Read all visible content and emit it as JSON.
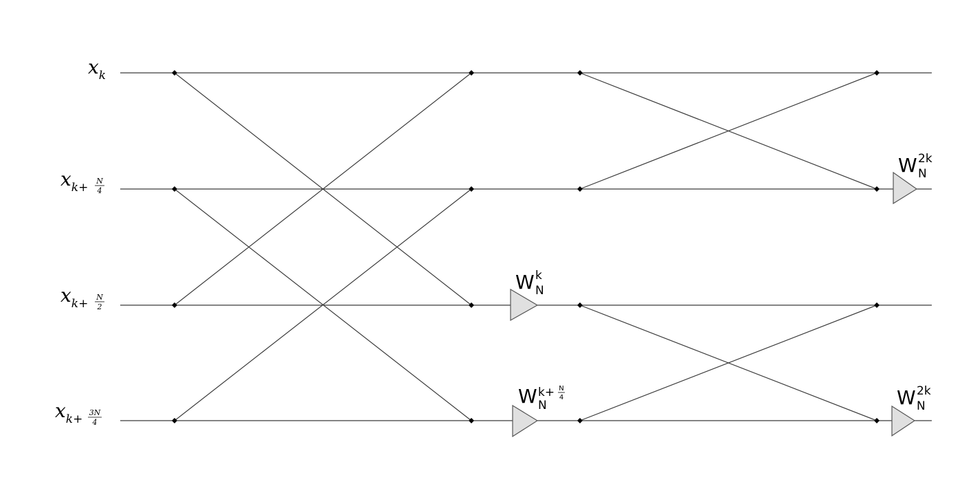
{
  "diagram": {
    "title": "",
    "inputs": [
      {
        "base": "x",
        "sub": "k",
        "sub_frac_num": "",
        "sub_frac_den": ""
      },
      {
        "base": "x",
        "sub": "k+",
        "sub_frac_num": "N",
        "sub_frac_den": "4"
      },
      {
        "base": "x",
        "sub": "k+",
        "sub_frac_num": "N",
        "sub_frac_den": "2"
      },
      {
        "base": "x",
        "sub": "k+",
        "sub_frac_num": "3N",
        "sub_frac_den": "4"
      }
    ],
    "twiddles": [
      {
        "id": "w-row1-stage2",
        "base": "W",
        "sub": "N",
        "sup": "2k",
        "sup_frac_num": "",
        "sup_frac_den": ""
      },
      {
        "id": "w-row2-stage1",
        "base": "W",
        "sub": "N",
        "sup": "k",
        "sup_frac_num": "",
        "sup_frac_den": ""
      },
      {
        "id": "w-row3-stage1",
        "base": "W",
        "sub": "N",
        "sup": "k+",
        "sup_frac_num": "N",
        "sup_frac_den": "4"
      },
      {
        "id": "w-row3-stage2",
        "base": "W",
        "sub": "N",
        "sup": "2k",
        "sup_frac_num": "",
        "sup_frac_den": ""
      }
    ],
    "colors": {
      "wire": "#3a3a3a",
      "node": "#000000",
      "multiplier_fill": "#e0e0e0",
      "multiplier_stroke": "#555555"
    }
  }
}
